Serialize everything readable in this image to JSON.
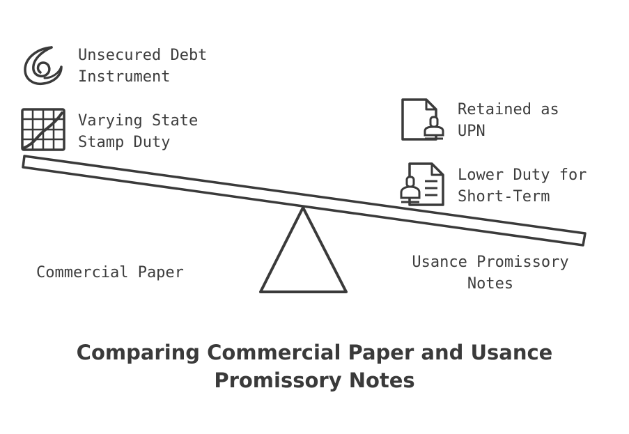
{
  "left_side": {
    "features": [
      {
        "icon": "spiral-icon",
        "line1": "Unsecured Debt",
        "line2": "Instrument"
      },
      {
        "icon": "grid-chart-icon",
        "line1": "Varying State",
        "line2": "Stamp Duty"
      }
    ],
    "label": "Commercial Paper"
  },
  "right_side": {
    "features": [
      {
        "icon": "document-stamp-icon",
        "line1": "Retained as",
        "line2": "UPN"
      },
      {
        "icon": "document-list-stamp-icon",
        "line1": "Lower Duty for",
        "line2": "Short-Term"
      }
    ],
    "label_line1": "Usance Promissory",
    "label_line2": "Notes"
  },
  "title": {
    "line1": "Comparing Commercial Paper and Usance",
    "line2": "Promissory Notes"
  },
  "colors": {
    "stroke": "#3a3a3a",
    "text": "#3d3d3d",
    "background": "#ffffff"
  }
}
